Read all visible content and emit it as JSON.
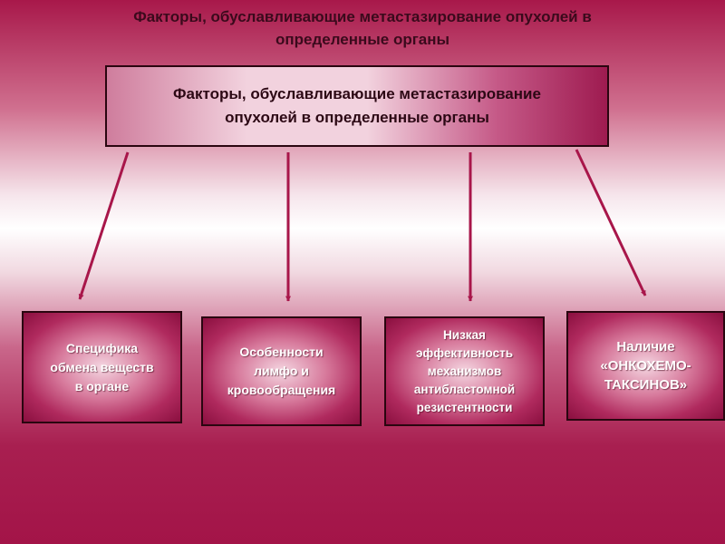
{
  "slide_title": {
    "line1": "Факторы, обуславливающие метастазирование опухолей в",
    "line2": "определенные органы"
  },
  "main_box": {
    "line1": "Факторы, обуславливающие метастазирование",
    "line2": "опухолей в определенные органы"
  },
  "factors": [
    {
      "lines": [
        "Специфика",
        "обмена веществ",
        "в органе"
      ]
    },
    {
      "lines": [
        "Особенности",
        "лимфо и",
        "кровообращения"
      ]
    },
    {
      "lines": [
        "Низкая",
        "эффективность",
        "механизмов",
        "антибластомной",
        "резистентности"
      ]
    },
    {
      "lines": [
        "Наличие",
        "«ОНКОХЕМО-",
        "ТАКСИНОВ»"
      ]
    }
  ],
  "colors": {
    "arrow": "#a8164a",
    "title_text": "#3a0a1c",
    "box_border": "#2a0610"
  }
}
